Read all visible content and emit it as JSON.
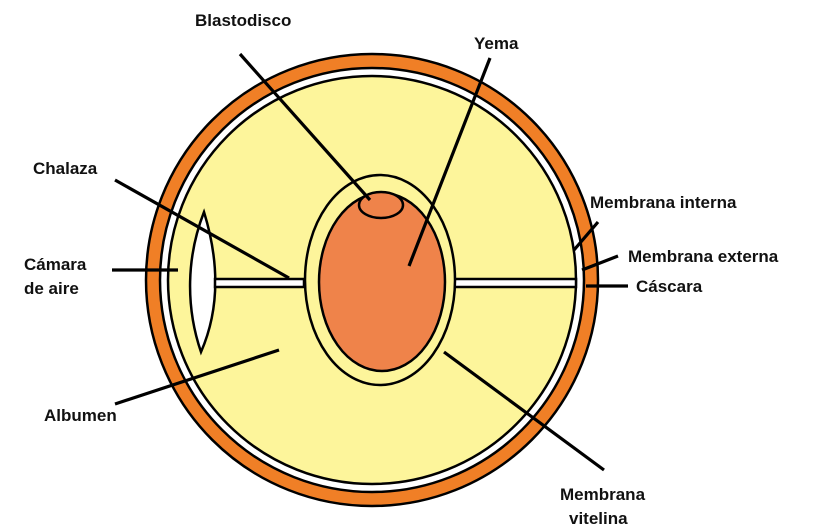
{
  "colors": {
    "shell": "#f07f26",
    "albumen": "#fdf59b",
    "yolk": "#ef834a",
    "membrane": "#ffffff",
    "air_cell": "#ffffff",
    "outline": "#000000",
    "text": "#111111"
  },
  "labels": {
    "blastodisco": "Blastodisco",
    "yema": "Yema",
    "chalaza": "Chalaza",
    "camara_line1": "Cámara",
    "camara_line2": "de aire",
    "albumen": "Albumen",
    "membrana_interna": "Membrana interna",
    "membrana_externa": "Membrana externa",
    "cascara": "Cáscara",
    "vitelina_line1": "Membrana",
    "vitelina_line2": "vitelina"
  }
}
